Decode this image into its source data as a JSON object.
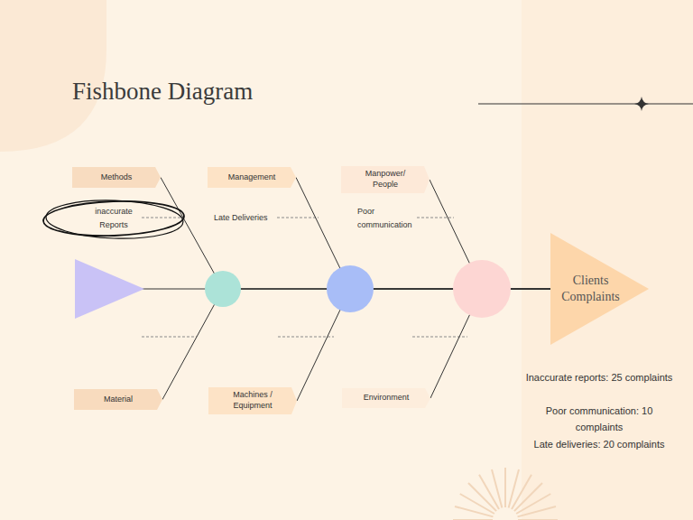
{
  "diagram": {
    "title": "Fishbone Diagram",
    "nodes": [
      {
        "text": [
          "Methods"
        ]
      },
      {
        "text": [
          "Management"
        ]
      },
      {
        "text": [
          "Manpower/ People"
        ]
      },
      {
        "text": [
          "inaccurate Reports"
        ]
      },
      {
        "text": [
          "Clients Complaints"
        ]
      },
      {
        "text": [
          "Material"
        ]
      },
      {
        "text": [
          "Machines / Equipment"
        ]
      },
      {
        "text": [
          "Environment"
        ]
      }
    ],
    "edges": [
      {
        "from": 0,
        "to": 4,
        "arrow": "none"
      },
      {
        "from": 1,
        "to": 4,
        "arrow": "none"
      },
      {
        "from": 2,
        "to": 4,
        "arrow": "none"
      },
      {
        "from": 5,
        "to": 4,
        "arrow": "none"
      },
      {
        "from": 6,
        "to": 4,
        "arrow": "none"
      },
      {
        "from": 7,
        "to": 4,
        "arrow": "none"
      }
    ],
    "labels": [
      "Late Deliveries",
      "Poor communication",
      "Inaccurate reports: 25 complaints",
      "Poor communication: 10 complaints",
      "Late deliveries: 20 complaints"
    ]
  }
}
